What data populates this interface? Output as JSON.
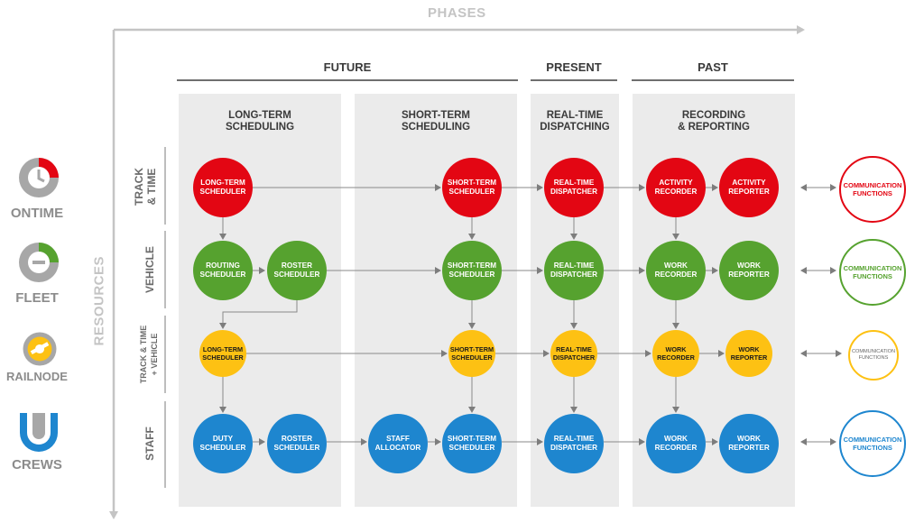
{
  "axes": {
    "phases": "PHASES",
    "resources": "RESOURCES"
  },
  "phases": {
    "future": "FUTURE",
    "present": "PRESENT",
    "past": "PAST"
  },
  "columns": {
    "long_term": [
      "LONG-TERM",
      "SCHEDULING"
    ],
    "short_term": [
      "SHORT-TERM",
      "SCHEDULING"
    ],
    "real_time": [
      "REAL-TIME",
      "DISPATCHING"
    ],
    "recording": [
      "RECORDING",
      "& REPORTING"
    ]
  },
  "rows": {
    "track_time": [
      "TRACK",
      "& TIME"
    ],
    "vehicle": [
      "VEHICLE"
    ],
    "track_vehicle": [
      "TRACK & TIME",
      "+ VEHICLE"
    ],
    "staff": [
      "STAFF"
    ]
  },
  "products": {
    "ontime": "ONTIME",
    "fleet": "FLEET",
    "railnode": "RAILNODE",
    "crews": "CREWS"
  },
  "nodes": {
    "tt_lt_sched": [
      "LONG-TERM",
      "SCHEDULER"
    ],
    "tt_st_sched": [
      "SHORT-TERM",
      "SCHEDULER"
    ],
    "tt_rt_disp": [
      "REAL-TIME",
      "DISPATCHER"
    ],
    "tt_act_rec": [
      "ACTIVITY",
      "RECORDER"
    ],
    "tt_act_rep": [
      "ACTIVITY",
      "REPORTER"
    ],
    "v_routing": [
      "ROUTING",
      "SCHEDULER"
    ],
    "v_roster": [
      "ROSTER",
      "SCHEDULER"
    ],
    "v_st_sched": [
      "SHORT-TERM",
      "SCHEDULER"
    ],
    "v_rt_disp": [
      "REAL-TIME",
      "DISPATCHER"
    ],
    "v_work_rec": [
      "WORK",
      "RECORDER"
    ],
    "v_work_rep": [
      "WORK",
      "REPORTER"
    ],
    "tv_lt_sched": [
      "LONG-TERM",
      "SCHEDULER"
    ],
    "tv_st_sched": [
      "SHORT-TERM",
      "SCHEDULER"
    ],
    "tv_rt_disp": [
      "REAL-TIME",
      "DISPATCHER"
    ],
    "tv_work_rec": [
      "WORK",
      "RECORDER"
    ],
    "tv_work_rep": [
      "WORK",
      "REPORTER"
    ],
    "s_duty": [
      "DUTY",
      "SCHEDULER"
    ],
    "s_roster": [
      "ROSTER",
      "SCHEDULER"
    ],
    "s_allocator": [
      "STAFF",
      "ALLOCATOR"
    ],
    "s_st_sched": [
      "SHORT-TERM",
      "SCHEDULER"
    ],
    "s_rt_disp": [
      "REAL-TIME",
      "DISPATCHER"
    ],
    "s_work_rec": [
      "WORK",
      "RECORDER"
    ],
    "s_work_rep": [
      "WORK",
      "REPORTER"
    ]
  },
  "comm": [
    "COMMUNICATION",
    "FUNCTIONS"
  ],
  "colors": {
    "red": "#e30613",
    "green": "#56a22f",
    "yellow": "#fdc113",
    "blue": "#1e86cf",
    "column_bg": "#ebebeb",
    "axis": "#c4c4c4",
    "connector": "#7d7d7d"
  },
  "icons": [
    "ontime-logo-icon",
    "fleet-logo-icon",
    "railnode-logo-icon",
    "crews-logo-icon",
    "arrow-right-icon",
    "arrow-down-icon"
  ]
}
